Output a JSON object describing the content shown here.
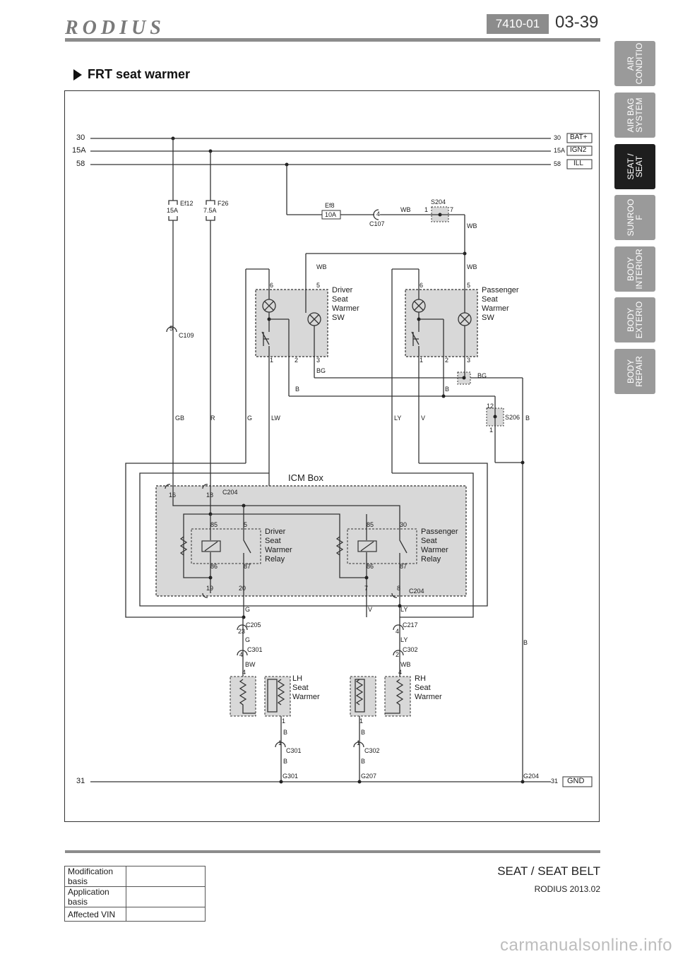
{
  "header": {
    "logo": "RODIUS",
    "doc_code": "7410-01",
    "page_number": "03-39"
  },
  "section_title": "FRT seat warmer",
  "side_tabs": [
    {
      "label": "AIR\nCONDITIO",
      "active": false
    },
    {
      "label": "AIR BAG\nSYSTEM",
      "active": false
    },
    {
      "label": "SEAT /\nSEAT",
      "active": true
    },
    {
      "label": "SUNROO\nF",
      "active": false
    },
    {
      "label": "BODY\nINTERIOR",
      "active": false
    },
    {
      "label": "BODY\nEXTERIO",
      "active": false
    },
    {
      "label": "BODY\nREPAIR",
      "active": false
    }
  ],
  "diagram": {
    "rails": [
      {
        "left": "30",
        "right": "30",
        "tag": "BAT+"
      },
      {
        "left": "15A",
        "right": "15A",
        "tag": "IGN2"
      },
      {
        "left": "58",
        "right": "58",
        "tag": "ILL"
      },
      {
        "left": "31",
        "right": "31",
        "tag": "GND"
      }
    ],
    "fuses": [
      {
        "name": "Ef12",
        "rating": "15A"
      },
      {
        "name": "F26",
        "rating": "7.5A"
      },
      {
        "name": "Ef8",
        "rating": "10A"
      }
    ],
    "connectors": [
      "C107",
      "S204",
      "C109",
      "C204",
      "S206",
      "C205",
      "C301",
      "C217",
      "C302",
      "G301",
      "G207",
      "G204"
    ],
    "wire_colors": [
      "WB",
      "BG",
      "B",
      "GB",
      "R",
      "G",
      "LW",
      "LY",
      "V",
      "BW"
    ],
    "pins": [
      "1",
      "2",
      "3",
      "4",
      "5",
      "6",
      "7",
      "8",
      "12",
      "16",
      "18",
      "19",
      "20",
      "23",
      "85",
      "86",
      "87"
    ],
    "components": {
      "driver_sw": "Driver\nSeat\nWarmer\nSW",
      "passenger_sw": "Passenger\nSeat\nWarmer\nSW",
      "icm_box": "ICM Box",
      "driver_relay": "Driver\nSeat\nWarmer\nRelay",
      "passenger_relay": "Passenger\nSeat\nWarmer\nRelay",
      "lh_warmer": "LH\nSeat\nWarmer",
      "rh_warmer": "RH\nSeat\nWarmer"
    }
  },
  "footer": {
    "section": "SEAT / SEAT BELT",
    "model": "RODIUS 2013.02",
    "table": [
      {
        "label": "Modification basis",
        "value": ""
      },
      {
        "label": "Application basis",
        "value": ""
      },
      {
        "label": "Affected VIN",
        "value": ""
      }
    ],
    "watermark": "carmanualsonline.info"
  }
}
